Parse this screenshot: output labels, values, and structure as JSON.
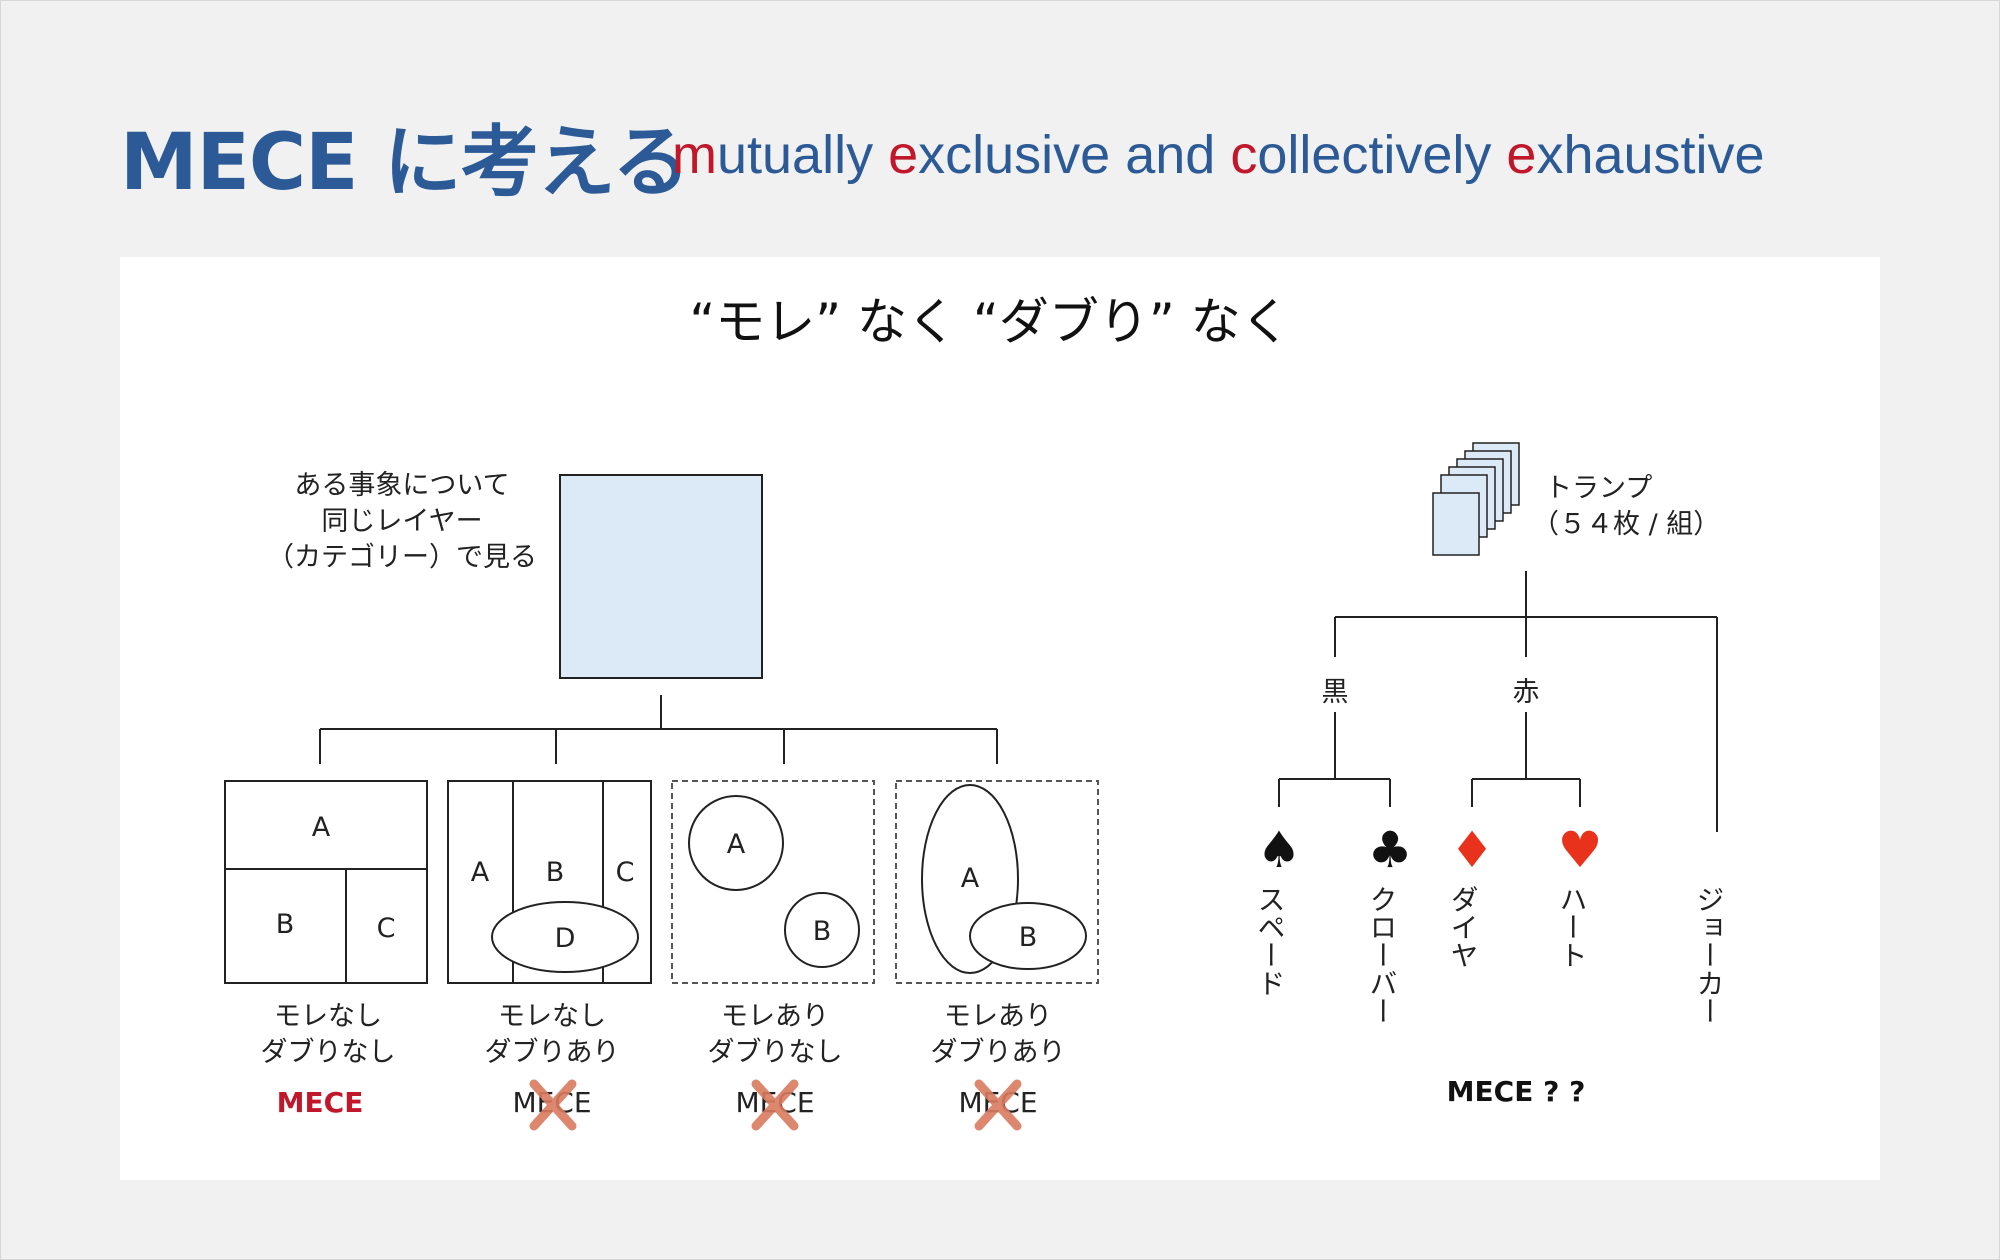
{
  "title": {
    "main": "MECE に考える",
    "subtitle_parts": [
      {
        "text": "m",
        "highlight": true
      },
      {
        "text": "utually ",
        "highlight": false
      },
      {
        "text": "e",
        "highlight": true
      },
      {
        "text": "xclusive and ",
        "highlight": false
      },
      {
        "text": "c",
        "highlight": true
      },
      {
        "text": "ollectively ",
        "highlight": false
      },
      {
        "text": "e",
        "highlight": true
      },
      {
        "text": "xhaustive",
        "highlight": false
      }
    ]
  },
  "colors": {
    "title": "#2b5a96",
    "highlight": "#c0172a",
    "box_fill": "#dce9f7",
    "cross": "#d97b5f",
    "suit_red": "#e8321c"
  },
  "headline": "“モレ” なく “ダブり” なく",
  "left": {
    "caption_lines": [
      "ある事象について",
      "同じレイヤー",
      "（カテゴリー）で見る"
    ],
    "cases": [
      {
        "line1": "モレなし",
        "line2": "ダブりなし",
        "verdict": "MECE",
        "crossed": false,
        "regions": [
          "A",
          "B",
          "C"
        ]
      },
      {
        "line1": "モレなし",
        "line2": "ダブりあり",
        "verdict": "MECE",
        "crossed": true,
        "regions": [
          "A",
          "B",
          "C",
          "D"
        ]
      },
      {
        "line1": "モレあり",
        "line2": "ダブりなし",
        "verdict": "MECE",
        "crossed": true,
        "regions": [
          "A",
          "B"
        ]
      },
      {
        "line1": "モレあり",
        "line2": "ダブりあり",
        "verdict": "MECE",
        "crossed": true,
        "regions": [
          "A",
          "B"
        ]
      }
    ]
  },
  "right": {
    "root_line1": "トランプ",
    "root_line2": "（５４枚 / 組）",
    "groups": [
      "黒",
      "赤"
    ],
    "leaves": [
      {
        "icon": "spade-icon",
        "label": "スペード"
      },
      {
        "icon": "club-icon",
        "label": "クローバー"
      },
      {
        "icon": "diamond-icon",
        "label": "ダイヤ"
      },
      {
        "icon": "heart-icon",
        "label": "ハート"
      },
      {
        "icon": "",
        "label": "ジョーカー"
      }
    ],
    "question": "MECE ? ?"
  }
}
